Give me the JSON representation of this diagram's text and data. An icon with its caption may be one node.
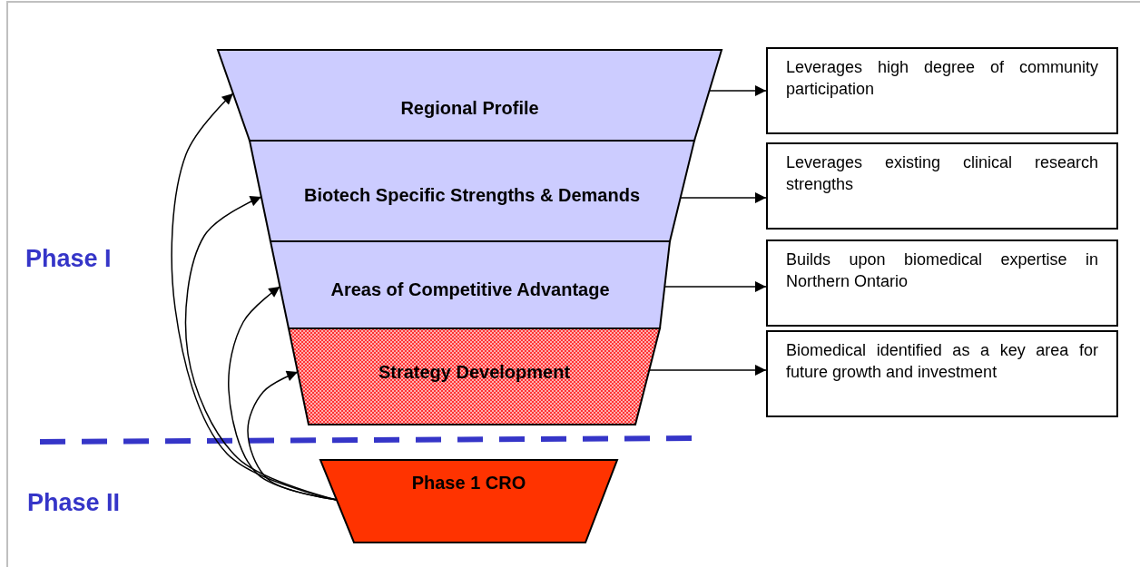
{
  "diagram": {
    "nodes": [
      {
        "text": [
          "Regional Profile"
        ]
      },
      {
        "text": [
          "Biotech Specific Strengths & Demands"
        ]
      },
      {
        "text": [
          "Areas of Competitive Advantage"
        ]
      },
      {
        "text": [
          "Strategy Development"
        ]
      },
      {
        "text": [
          "Phase 1 CRO"
        ]
      },
      {
        "text": [
          "Leverages high degree of community participation"
        ]
      },
      {
        "text": [
          "Leverages existing clinical research strengths"
        ]
      },
      {
        "text": [
          "Builds upon biomedical expertise in Northern Ontario"
        ]
      },
      {
        "text": [
          "Biomedical identified as a key area for future growth and investment"
        ]
      }
    ],
    "edges": [
      {
        "from": 0,
        "to": 5,
        "arrow": "to"
      },
      {
        "from": 1,
        "to": 6,
        "arrow": "to"
      },
      {
        "from": 2,
        "to": 7,
        "arrow": "to"
      },
      {
        "from": 3,
        "to": 8,
        "arrow": "to"
      },
      {
        "from": 4,
        "to": 0,
        "arrow": "to"
      },
      {
        "from": 4,
        "to": 1,
        "arrow": "to"
      },
      {
        "from": 4,
        "to": 2,
        "arrow": "to"
      },
      {
        "from": 4,
        "to": 3,
        "arrow": "to"
      }
    ],
    "labels": [
      "Phase I",
      "Phase II"
    ]
  }
}
